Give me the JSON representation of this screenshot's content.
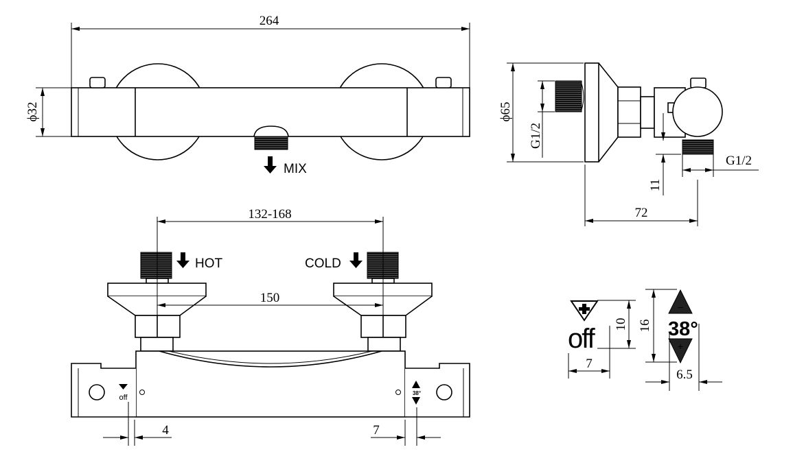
{
  "title": "Thermostatic shower mixer technical drawing",
  "top_view": {
    "overall_length": "264",
    "diameter": "ϕ32",
    "outlet_label": "MIX"
  },
  "side_view": {
    "flange_diameter": "ϕ65",
    "inlet_thread": "G1/2",
    "outlet_thread": "G1/2",
    "outlet_offset": "11",
    "depth": "72"
  },
  "front_view": {
    "inlet_spacing_range": "132-168",
    "inlet_spacing_nominal": "150",
    "hot_label": "HOT",
    "cold_label": "COLD",
    "off_label": "off",
    "temp_label": "38°",
    "left_marker_offset": "4",
    "right_marker_offset": "7"
  },
  "detail": {
    "off_text": "off",
    "off_height": "10",
    "off_width": "7",
    "temp_text": "38°",
    "temp_height": "16",
    "temp_width": "6.5",
    "minus_sign": "–",
    "plus_sign": "+"
  }
}
